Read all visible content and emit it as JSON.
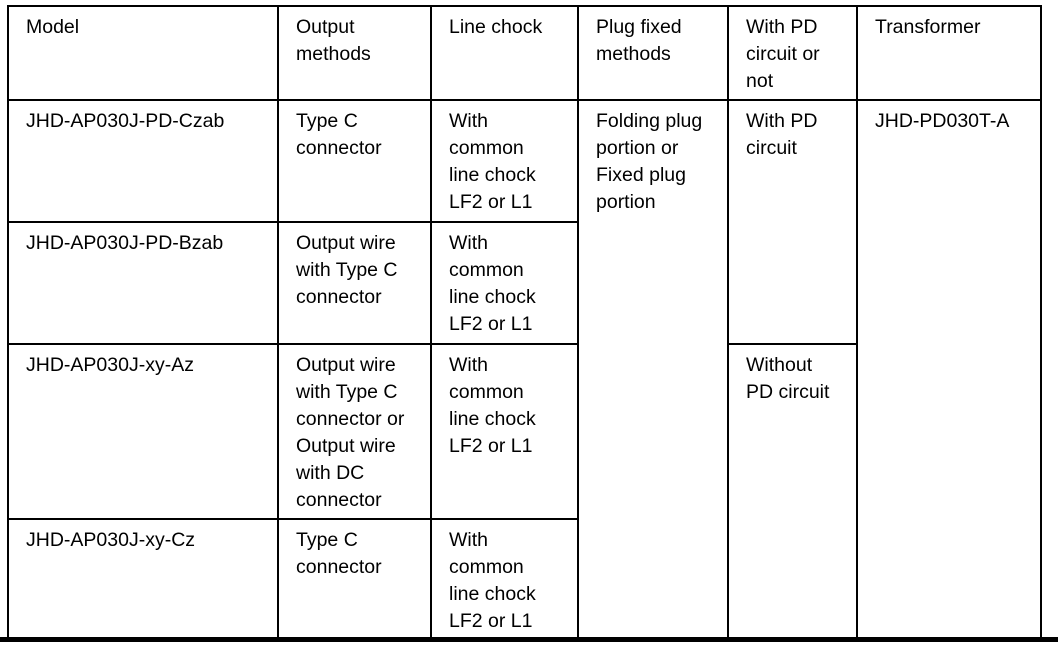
{
  "table": {
    "headers": {
      "model": "Model",
      "output_methods": "Output\nmethods",
      "line_chock": "Line chock",
      "plug_fixed_methods": "Plug fixed\nmethods",
      "pd_circuit": "With PD\ncircuit or\nnot",
      "transformer": "Transformer"
    },
    "rows": [
      {
        "model": "JHD-AP030J-PD-Czab",
        "output_methods": "Type C\nconnector",
        "line_chock": "With\ncommon\nline chock\nLF2 or L1"
      },
      {
        "model": "JHD-AP030J-PD-Bzab",
        "output_methods": "Output wire\nwith Type C\nconnector",
        "line_chock": "With\ncommon\nline chock\nLF2 or L1"
      },
      {
        "model": "JHD-AP030J-xy-Az",
        "output_methods": "Output wire\nwith Type C\nconnector or\nOutput wire\nwith DC\nconnector",
        "line_chock": "With\ncommon\nline chock\nLF2 or L1"
      },
      {
        "model": "JHD-AP030J-xy-Cz",
        "output_methods": "Type C\nconnector",
        "line_chock": "With\ncommon\nline chock\nLF2 or L1"
      }
    ],
    "merged_cells": {
      "plug_fixed": "Folding plug\nportion or\nFixed plug\nportion",
      "with_pd": "With PD\ncircuit",
      "without_pd": "Without\nPD circuit",
      "transformer": "JHD-PD030T-A"
    }
  },
  "colors": {
    "border": "#000000",
    "text": "#000000",
    "page_rule": "#000000",
    "background": "#ffffff"
  }
}
